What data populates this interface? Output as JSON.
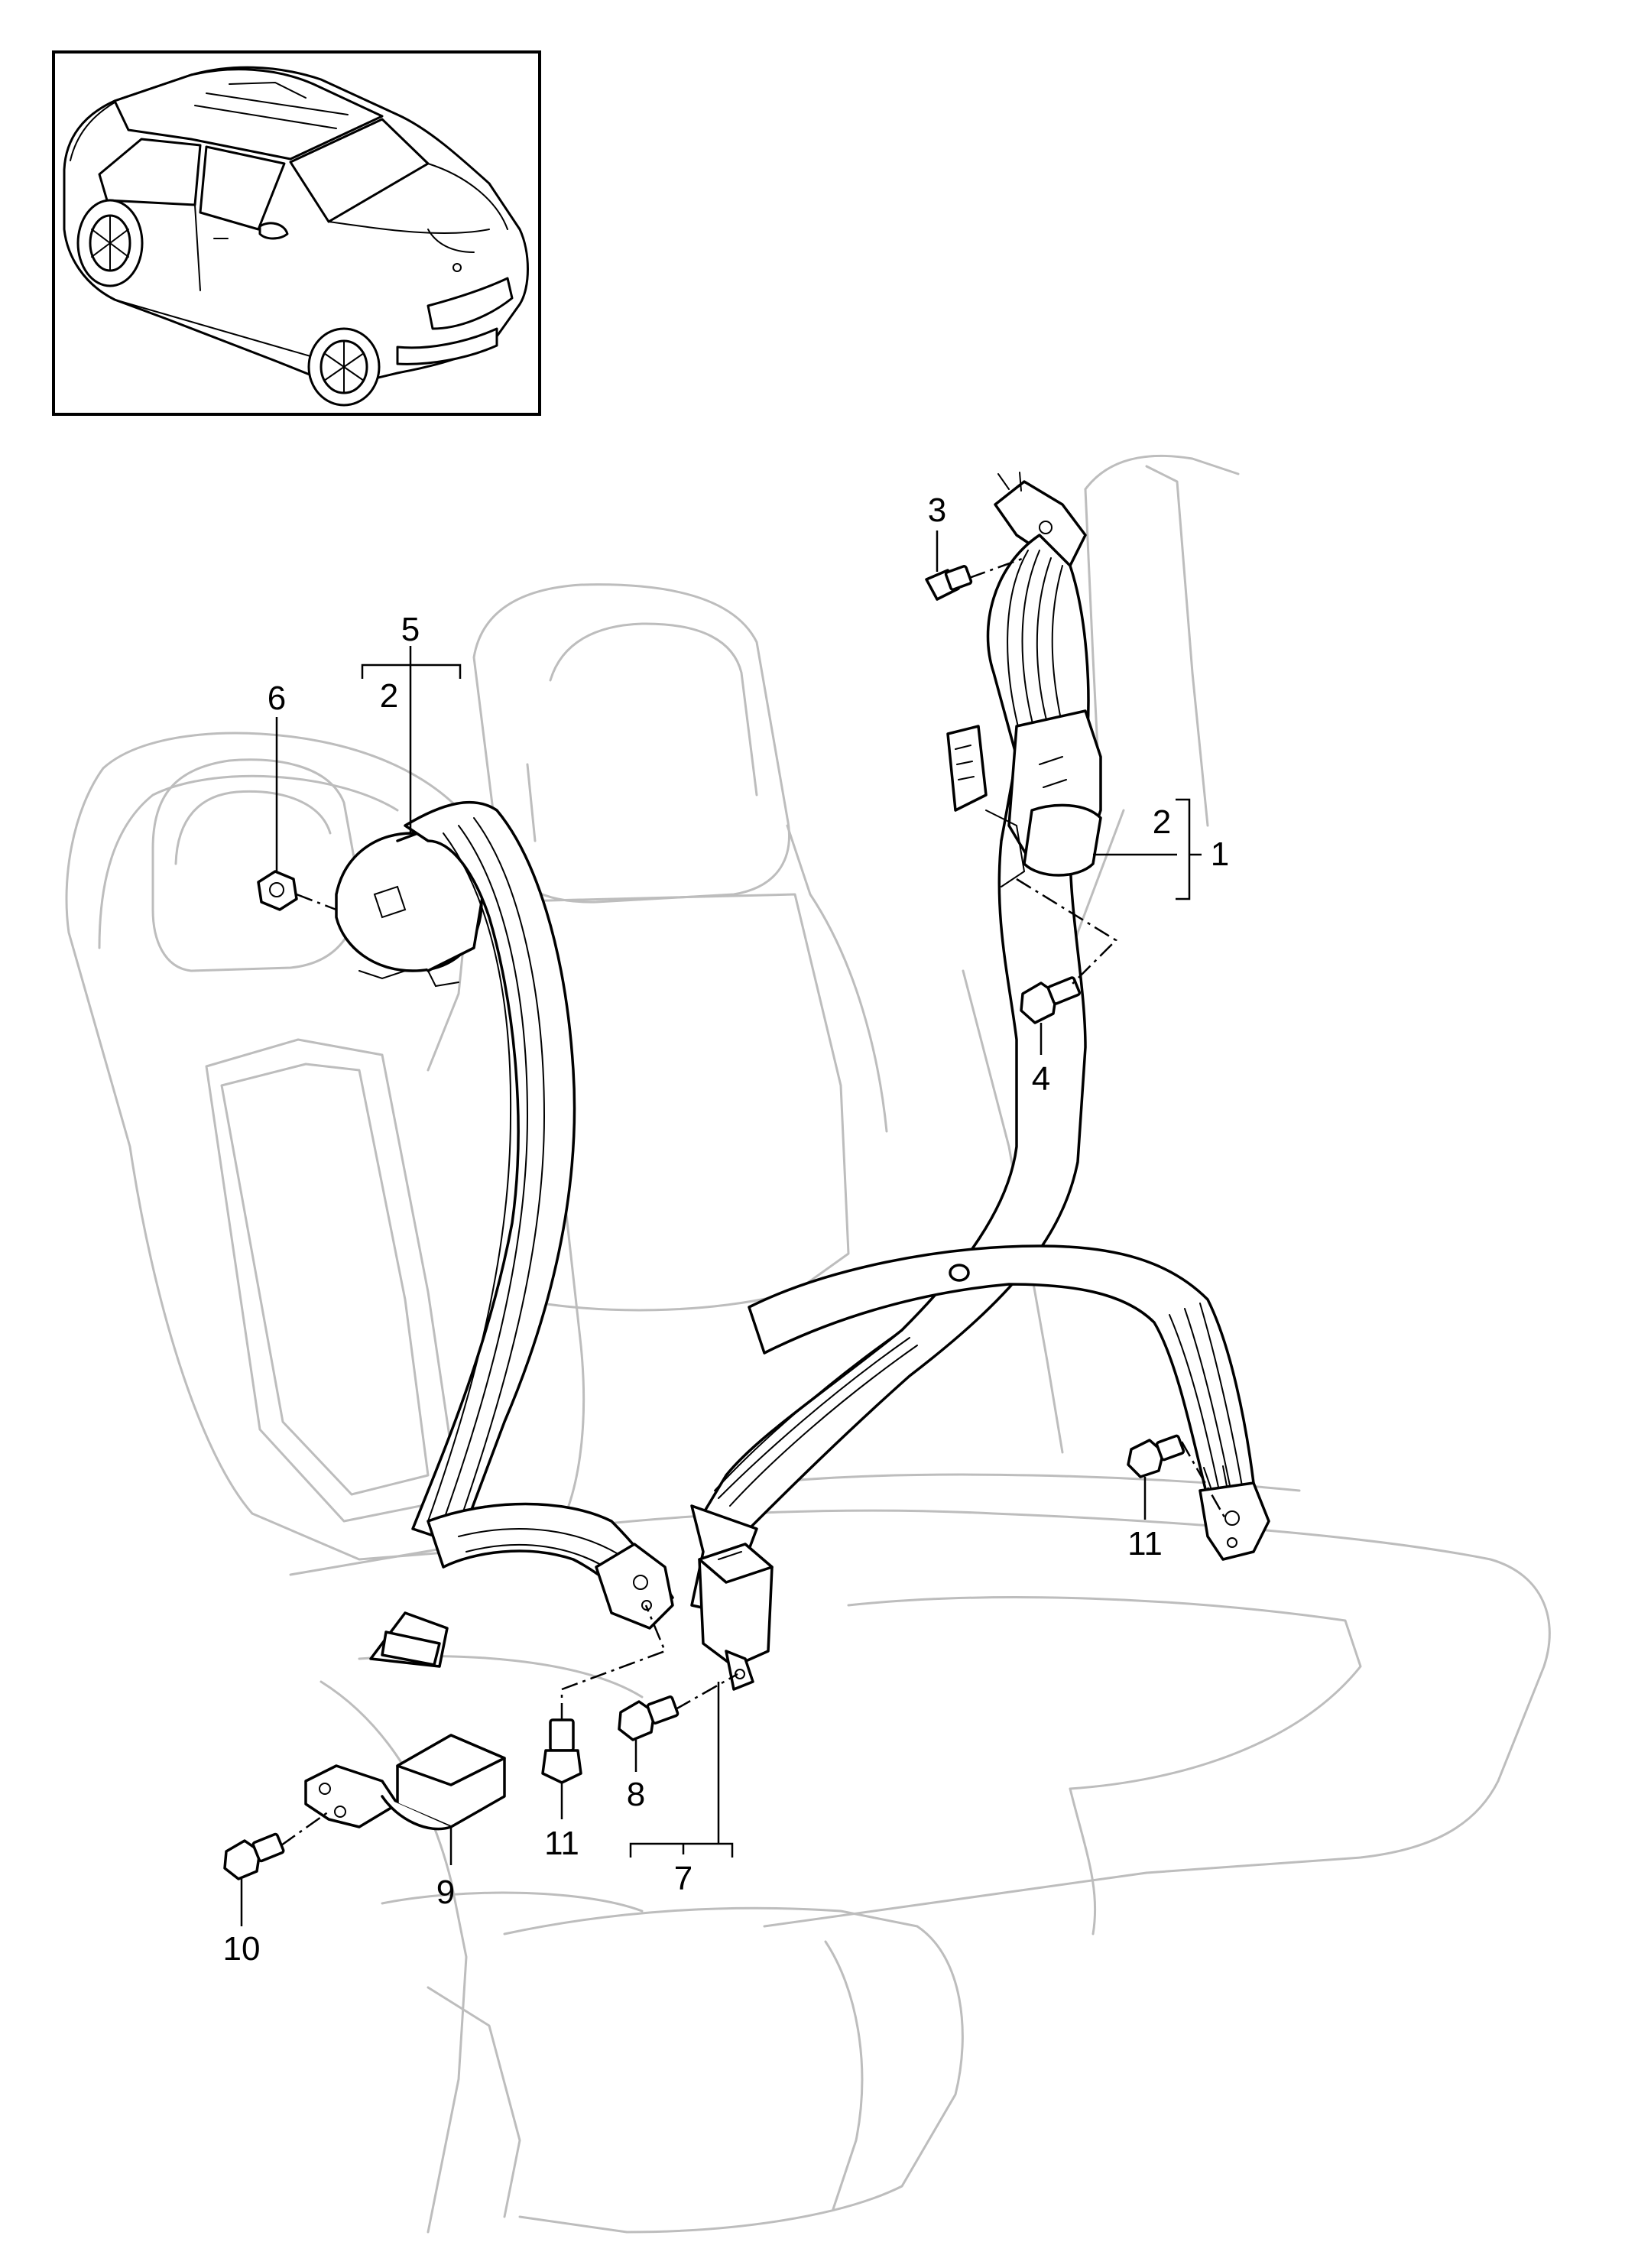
{
  "diagram": {
    "callouts": [
      {
        "id": "c3",
        "text": "3"
      },
      {
        "id": "c5",
        "text": "5"
      },
      {
        "id": "c2a",
        "text": "2"
      },
      {
        "id": "c6",
        "text": "6"
      },
      {
        "id": "c2b",
        "text": "2"
      },
      {
        "id": "c1",
        "text": "1"
      },
      {
        "id": "c4",
        "text": "4"
      },
      {
        "id": "c11a",
        "text": "11"
      },
      {
        "id": "c8",
        "text": "8"
      },
      {
        "id": "c11b",
        "text": "11"
      },
      {
        "id": "c7",
        "text": "7"
      },
      {
        "id": "c9",
        "text": "9"
      },
      {
        "id": "c10",
        "text": "10"
      }
    ]
  }
}
